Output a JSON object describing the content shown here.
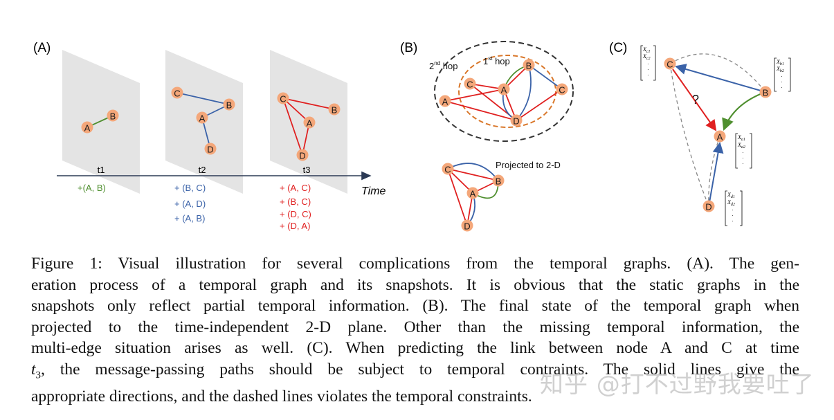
{
  "panelA": {
    "label": "(A)",
    "time_label": "Time",
    "snapshots": [
      {
        "tick": "t1",
        "edges": [
          "+(A, B)"
        ],
        "edge_color": "#4f8f2f"
      },
      {
        "tick": "t2",
        "edges": [
          "+ (B, C)",
          "+ (A, D)",
          "+ (A, B)"
        ],
        "edge_color": "#3a62a8"
      },
      {
        "tick": "t3",
        "edges": [
          "+ (A, C)",
          "+ (B, C)",
          "+ (D, C)",
          "+ (D, A)"
        ],
        "edge_color": "#e02020"
      }
    ]
  },
  "panelB": {
    "label": "(B)",
    "hop2_base": "2",
    "hop2_sup": "nd",
    "hop2_rest": " hop",
    "hop1_base": "1",
    "hop1_sup": "st",
    "hop1_rest": " hop",
    "projected_label": "Projected to 2-D"
  },
  "panelC": {
    "label": "(C)",
    "question": "?",
    "vec_c": [
      "X_c1",
      "X_c2"
    ],
    "vec_b": [
      "X_b1",
      "X_b2"
    ],
    "vec_a": [
      "X_a1",
      "X_a2"
    ],
    "vec_d": [
      "X_d1",
      "X_d2"
    ]
  },
  "nodes": {
    "A": "A",
    "B": "B",
    "C": "C",
    "D": "D"
  },
  "colors": {
    "node_fill": "#f4a77a",
    "node_stroke": "#ffffff",
    "plane": "#e4e4e4",
    "green": "#4f8f2f",
    "blue": "#3a62a8",
    "red": "#e02020",
    "hop1": "#d9772a",
    "hop2": "#333333"
  },
  "caption": {
    "line1": "Figure 1:  Visual illustration for several complications from the temporal graphs.  (A). The gen-",
    "line2": "eration process of a temporal graph and its snapshots.  It is obvious that the static graphs in the",
    "line3": "snapshots only reflect partial temporal information. (B). The final state of the temporal graph when",
    "line4": "projected to the time-independent 2-D plane.  Other than the missing temporal information, the",
    "line5": "multi-edge situation arises as well.  (C). When predicting the link between node A and C at time",
    "line6_math": "t",
    "line6_sub": "3",
    "line6_rest": ", the message-passing paths should be subject to temporal contraints.  The solid lines give the",
    "line7": "appropriate directions, and the dashed lines violates the temporal constraints."
  },
  "watermark": "知乎 @打不过野我要吐了"
}
